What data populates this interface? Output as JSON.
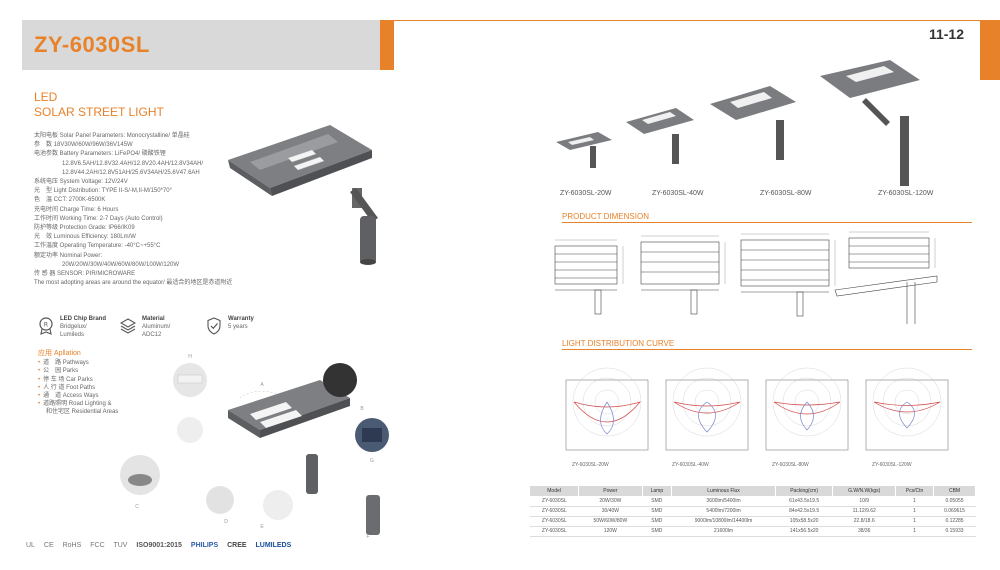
{
  "header": {
    "model_title": "ZY-6030SL",
    "page_numbers": "11-12",
    "accent_color": "#e8822a"
  },
  "left": {
    "led": "LED",
    "product_title": "SOLAR STREET LIGHT",
    "specs": [
      "太阳电板 Solar Panel Parameters: Monocrystalline/ 单晶硅",
      "参　数 18V30W/60W/96W/36V145W",
      "电池参数 Battery Parameters: LiFePO4/ 磷酸铁锂",
      "12.8V6.5AH/12.8V32.4AH/12.8V20.4AH/12.8V34AH/",
      "12.8V44.2AH/12.8V51AH/25.6V34AH/25.6V47.6AH",
      "系统电压 System Voltage: 12V/24V",
      "光　型 Light Distribution: TYPE II-S/-M,II-M/150*70°",
      "色　温 CCT: 2700K-6500K",
      "充电时间 Charge Time: 6 Hours",
      "工作时间 Working Time: 2-7 Days (Auto Control)",
      "防护等级 Protection Grade: IP66/IK09",
      "光　效 Luminous Efficiency: 180Lm/W",
      "工作温度 Operating Temperature: -40°C~+55°C",
      "额定功率 Nominal Power:",
      "20W/20W/30W/40W/60W/80W/100W/120W",
      "传 感 器 SENSOR: PIR/MICROWARE",
      "The most adopting areas are around the equator/ 最适合的地区是赤道附近"
    ],
    "features": [
      {
        "title": "LED Chip Brand",
        "line1": "Bridgelux/",
        "line2": "Lumileds"
      },
      {
        "title": "Material",
        "line1": "Aluminum/",
        "line2": "ADC12"
      },
      {
        "title": "Warranty",
        "line1": "5 years",
        "line2": ""
      }
    ],
    "applications_title": "应用 Apllation",
    "applications": [
      "道　路 Pathways",
      "公　园 Parks",
      "停 车 场 Car Parks",
      "人 行 道 Foot Paths",
      "通　道 Access Ways",
      "道路照明 Road Lighting &",
      "和住宅区 Residential Areas"
    ],
    "detail_labels": [
      "A",
      "B",
      "C",
      "D",
      "E",
      "F",
      "G",
      "H"
    ],
    "certs": {
      "marks": [
        "UL",
        "CE",
        "RoHS",
        "FCC",
        "TUV"
      ],
      "iso": "ISO9001:2015",
      "philips": "PHILIPS",
      "cree": "CREE",
      "lumileds": "LUMILEDS"
    }
  },
  "right": {
    "models": [
      "ZY-6030SL-20W",
      "ZY-6030SL-40W",
      "ZY-6030SL-80W",
      "ZY-6030SL-120W"
    ],
    "product_dimension_title": "PRODUCT DIMENSION",
    "light_distribution_title": "LIGHT DISTRIBUTION CURVE",
    "curve_labels": [
      "ZY-6030SL-20W",
      "ZY-6030SL-40W",
      "ZY-6030SL-80W",
      "ZY-6030SL-120W"
    ]
  },
  "table": {
    "headers": [
      "Model",
      "Power",
      "Lamp",
      "Luminous Flux",
      "Packing(cm)",
      "G.W/N.W(kgs)",
      "Pcs/Ctn",
      "CBM"
    ],
    "rows": [
      [
        "ZY-6030SL",
        "20W/30W",
        "SMD",
        "3600lm/5400lm",
        "61x43.5x19.5",
        "10/9",
        "1",
        "0.05055"
      ],
      [
        "ZY-6030SL",
        "30/40W",
        "SMD",
        "5400lm/7200lm",
        "84x42.5x19.5",
        "11.12/9.62",
        "1",
        "0.069615"
      ],
      [
        "ZY-6030SL",
        "50W/60W/80W",
        "SMD",
        "9000lm/10800lm/14400lm",
        "105x58.5x20",
        "22.8/18.6",
        "1",
        "0.12285"
      ],
      [
        "ZY-6030SL",
        "120W",
        "SMD",
        "21600lm",
        "141x56.5x20",
        "38/36",
        "1",
        "0.15933"
      ]
    ]
  }
}
